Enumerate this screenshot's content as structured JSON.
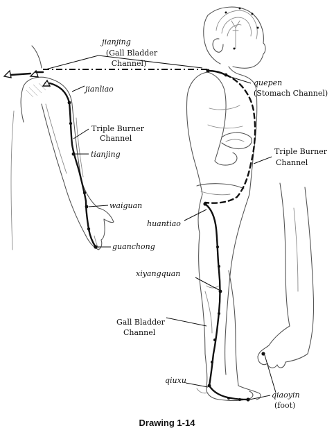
{
  "labels": {
    "jianjing": "jianjing",
    "jianjing_channel_1": "(Gall Bladder",
    "jianjing_channel_2": "Channel)",
    "jianliao": "jianliao",
    "triple_burner_arm_1": "Triple Burner",
    "triple_burner_arm_2": "Channel",
    "tianjing": "tianjing",
    "waiguan": "waiguan",
    "guanchong": "guanchong",
    "quepen": "quepen",
    "quepen_channel": "(Stomach Channel)",
    "triple_burner_body_1": "Triple Burner",
    "triple_burner_body_2": "Channel",
    "huantiao": "huantiao",
    "xiyangquan": "xiyangquan",
    "gall_bladder_1": "Gall Bladder",
    "gall_bladder_2": "Channel",
    "qiuxu": "qiuxu",
    "qiaoyin": "qiaoyin",
    "qiaoyin_note": "(foot)"
  },
  "caption": "Drawing 1-14",
  "icons": {
    "head": "head-with-channel-loops",
    "arm": "arm-illustration",
    "body": "standing-figure-illustration",
    "foot": "foot-illustration"
  },
  "colors": {
    "ink": "#111111",
    "sketch": "#555555"
  }
}
